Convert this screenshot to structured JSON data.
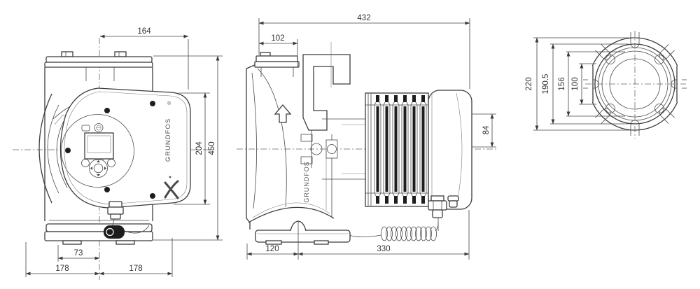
{
  "drawing": {
    "brand": "GRUNDFOS",
    "registered_mark": "®",
    "side_brand": "GRUNDFOS"
  },
  "dimensions": {
    "front_width_top": "164",
    "front_height_control": "204",
    "front_height_total": "450",
    "front_offset_base": "73",
    "front_width_left": "178",
    "front_width_right": "178",
    "side_length_total": "432",
    "side_flange_offset": "102",
    "side_terminal_height": "84",
    "side_foot_length": "120",
    "side_rear_length": "330",
    "flange_outer_diameter": "220",
    "flange_collar_diameter": "190.5",
    "flange_inner_diameter": "156",
    "flange_bore_diameter": "100"
  },
  "icons": {
    "flow_direction": "up-arrow",
    "logo": "grundfos-x"
  }
}
